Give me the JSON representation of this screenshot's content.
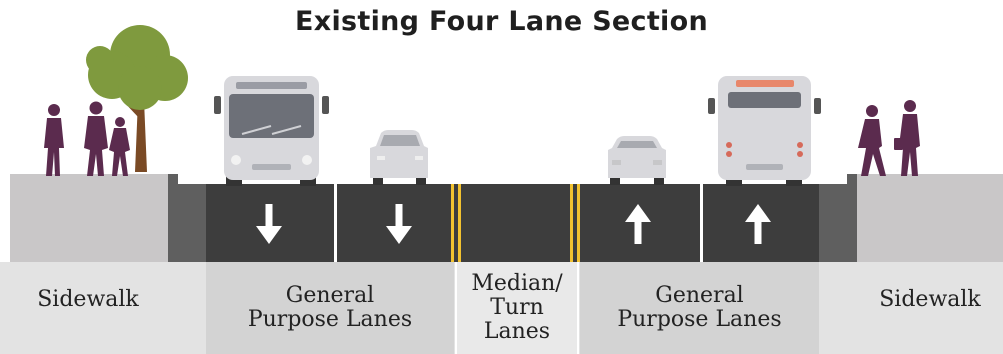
{
  "title": "Existing Four Lane Section",
  "labels": {
    "sidewalk_left": "Sidewalk",
    "lanes_left": [
      "General",
      "Purpose Lanes"
    ],
    "median": [
      "Median/",
      "Turn",
      "Lanes"
    ],
    "lanes_right": [
      "General",
      "Purpose Lanes"
    ],
    "sidewalk_right": "Sidewalk"
  },
  "lanes": [
    {
      "side": "left",
      "direction": "down",
      "vehicle": "bus"
    },
    {
      "side": "left",
      "direction": "down",
      "vehicle": "car"
    },
    {
      "side": "median",
      "direction": "none",
      "vehicle": "none"
    },
    {
      "side": "right",
      "direction": "up",
      "vehicle": "car"
    },
    {
      "side": "right",
      "direction": "up",
      "vehicle": "bus"
    }
  ],
  "colors": {
    "sidewalk": "#c9c7c8",
    "curb": "#5f5f5f",
    "lane": "#3d3d3d",
    "lane_divider": "#ffffff",
    "median_line": "#f2c230",
    "label_band": "#e3e3e3",
    "lane_band": "#d3d3d3",
    "person": "#5b2b4e",
    "tree_foliage": "#7f9a3e",
    "tree_trunk": "#7a4a25",
    "vehicle": "#d8d8dc"
  },
  "icons": [
    "tree-icon",
    "pedestrian-icon",
    "bus-front-icon",
    "bus-rear-icon",
    "car-front-icon",
    "car-rear-icon",
    "arrow-down-icon",
    "arrow-up-icon"
  ]
}
